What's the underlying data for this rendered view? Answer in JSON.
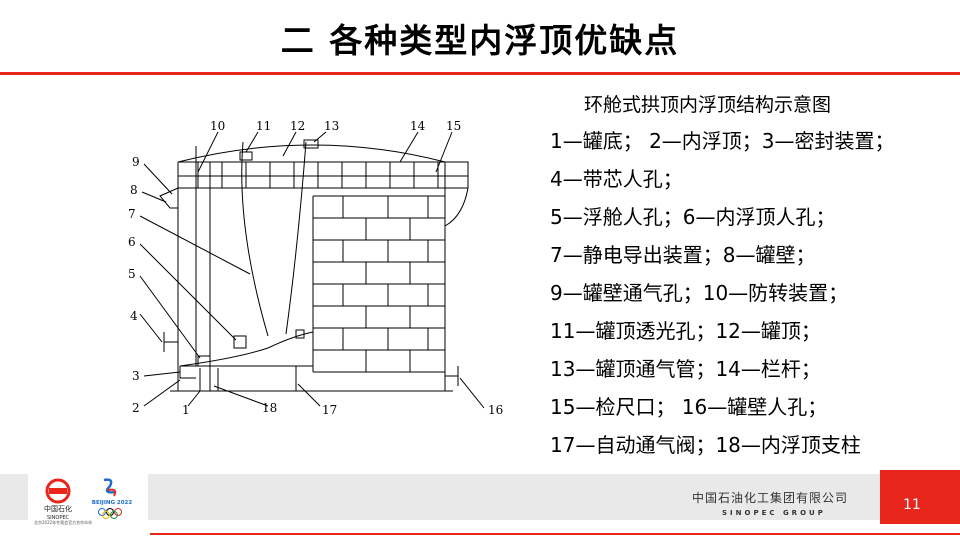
{
  "title": "二 各种类型内浮顶优缺点",
  "diagram": {
    "caption": "环舱式拱顶内浮顶结构示意图",
    "callouts": [
      "10",
      "11",
      "12",
      "13",
      "14",
      "15",
      "9",
      "8",
      "7",
      "6",
      "5",
      "4",
      "3",
      "2",
      "1",
      "18",
      "17",
      "16"
    ],
    "legend": [
      "1—罐底； 2—内浮顶；3—密封装置；",
      "4—带芯人孔；",
      "5—浮舱人孔；6—内浮顶人孔；",
      "7—静电导出装置；8—罐壁；",
      "9—罐壁通气孔；10—防转装置；",
      "11—罐顶透光孔；12—罐顶；",
      "13—罐顶通气管；14—栏杆；",
      "15—检尺口； 16—罐壁人孔；",
      "17—自动通气阀；18—内浮顶支柱"
    ]
  },
  "footer": {
    "company": "中国石油化工集团有限公司",
    "company_en": "SINOPEC GROUP",
    "page": "11",
    "logo_text": "中国石化",
    "logo_text_en": "SINOPEC",
    "olympic_text": "BEIJING 2022",
    "partner_text": "北京2022年冬奥会官方合作伙伴"
  },
  "colors": {
    "accent": "#e8261b",
    "footer_band": "#e9e9e9"
  },
  "icons": [
    "sinopec-logo-icon",
    "beijing-2022-emblem-icon"
  ]
}
